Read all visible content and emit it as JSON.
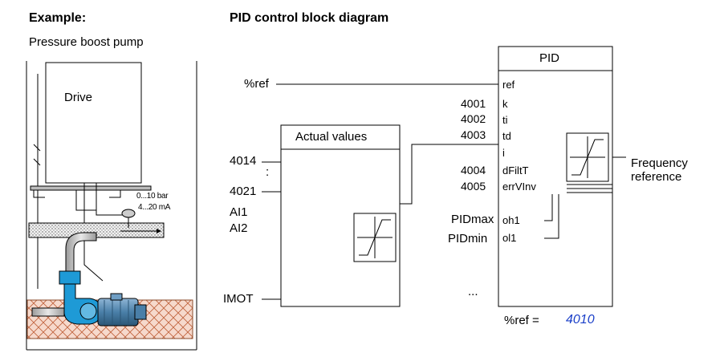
{
  "example": {
    "heading": "Example:",
    "subtitle": "Pressure boost pump",
    "drive_label": "Drive",
    "sensor_range_bar": "0...10 bar",
    "sensor_range_ma": "4...20 mA"
  },
  "pid_diagram": {
    "heading": "PID control block diagram",
    "pid_block_title": "PID",
    "ref_input_label": "%ref",
    "actual_values_title": "Actual values",
    "actual_inputs": [
      "4014",
      ":",
      "4021",
      "AI1",
      "AI2",
      "IMOT"
    ],
    "param_numbers": [
      "4001",
      "4002",
      "4003",
      "4004",
      "4005"
    ],
    "pid_ports": [
      "ref",
      "k",
      "ti",
      "td",
      "i",
      "dFiltT",
      "errVInv",
      "oh1",
      "ol1"
    ],
    "limit_labels": [
      "PIDmax",
      "PIDmin"
    ],
    "ellipsis": "...",
    "output_label": "Frequency reference",
    "ref_formula_prefix": "%ref =",
    "ref_formula_value": "4010"
  },
  "colors": {
    "pump_blue": "#1e9ad6",
    "motor_blue": "#4a7fa8",
    "formula_blue": "#1a3fc8"
  }
}
